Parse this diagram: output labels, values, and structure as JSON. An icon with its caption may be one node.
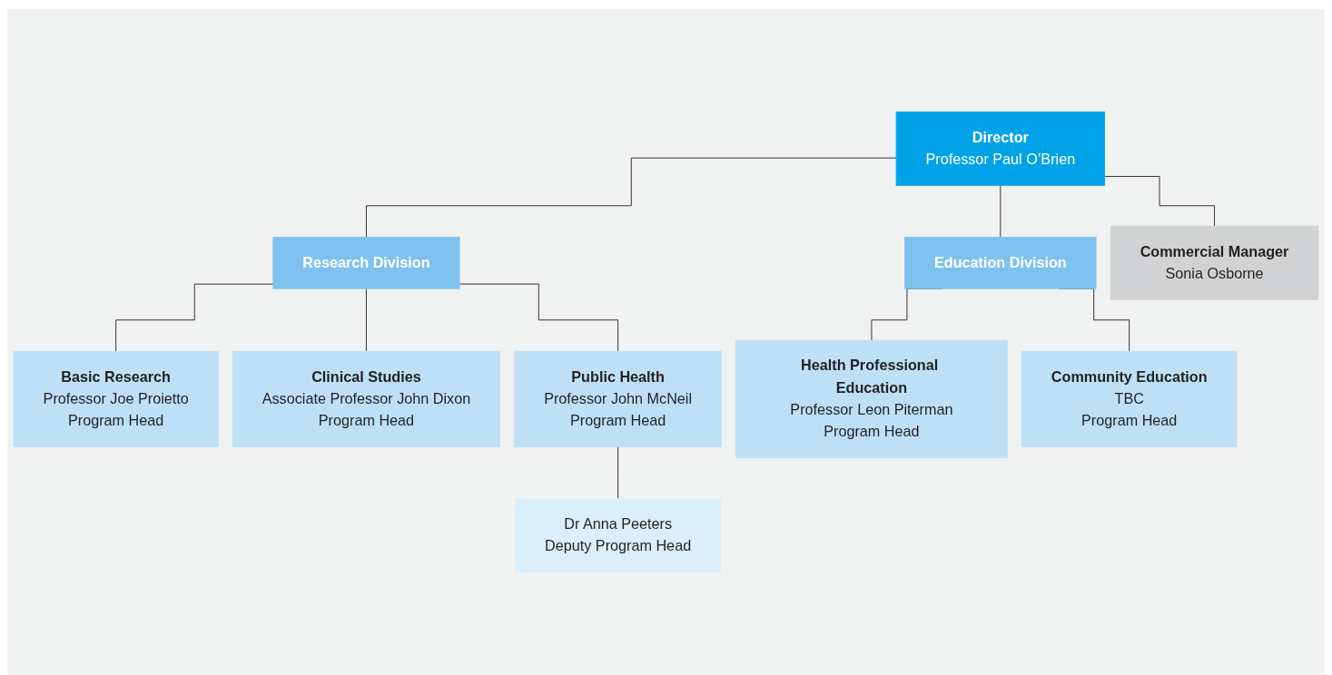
{
  "diagram": {
    "nodes": [
      {
        "text": [
          "Director",
          "Professor Paul O’Brien"
        ]
      },
      {
        "text": [
          "Commercial Manager",
          "Sonia Osborne"
        ]
      },
      {
        "text": [
          "Research Division"
        ]
      },
      {
        "text": [
          "Education Division"
        ]
      },
      {
        "text": [
          "Basic Research",
          "Professor Joe Proietto",
          "Program Head"
        ]
      },
      {
        "text": [
          "Clinical Studies",
          "Associate Professor John Dixon",
          "Program Head"
        ]
      },
      {
        "text": [
          "Public Health",
          "Professor John McNeil",
          "Program Head"
        ]
      },
      {
        "text": [
          "Health Professional Education",
          "Professor Leon Piterman",
          "Program Head"
        ]
      },
      {
        "text": [
          "Community Education",
          "TBC",
          "Program Head"
        ]
      },
      {
        "text": [
          "Dr Anna Peeters",
          "Deputy Program Head"
        ]
      }
    ],
    "edges": [
      {
        "from": 0,
        "to": 1,
        "arrow": "none"
      },
      {
        "from": 0,
        "to": 2,
        "arrow": "none"
      },
      {
        "from": 0,
        "to": 3,
        "arrow": "none"
      },
      {
        "from": 2,
        "to": 4,
        "arrow": "none"
      },
      {
        "from": 2,
        "to": 5,
        "arrow": "none"
      },
      {
        "from": 2,
        "to": 6,
        "arrow": "none"
      },
      {
        "from": 3,
        "to": 7,
        "arrow": "none"
      },
      {
        "from": 3,
        "to": 8,
        "arrow": "none"
      },
      {
        "from": 6,
        "to": 9,
        "arrow": "none"
      }
    ]
  }
}
